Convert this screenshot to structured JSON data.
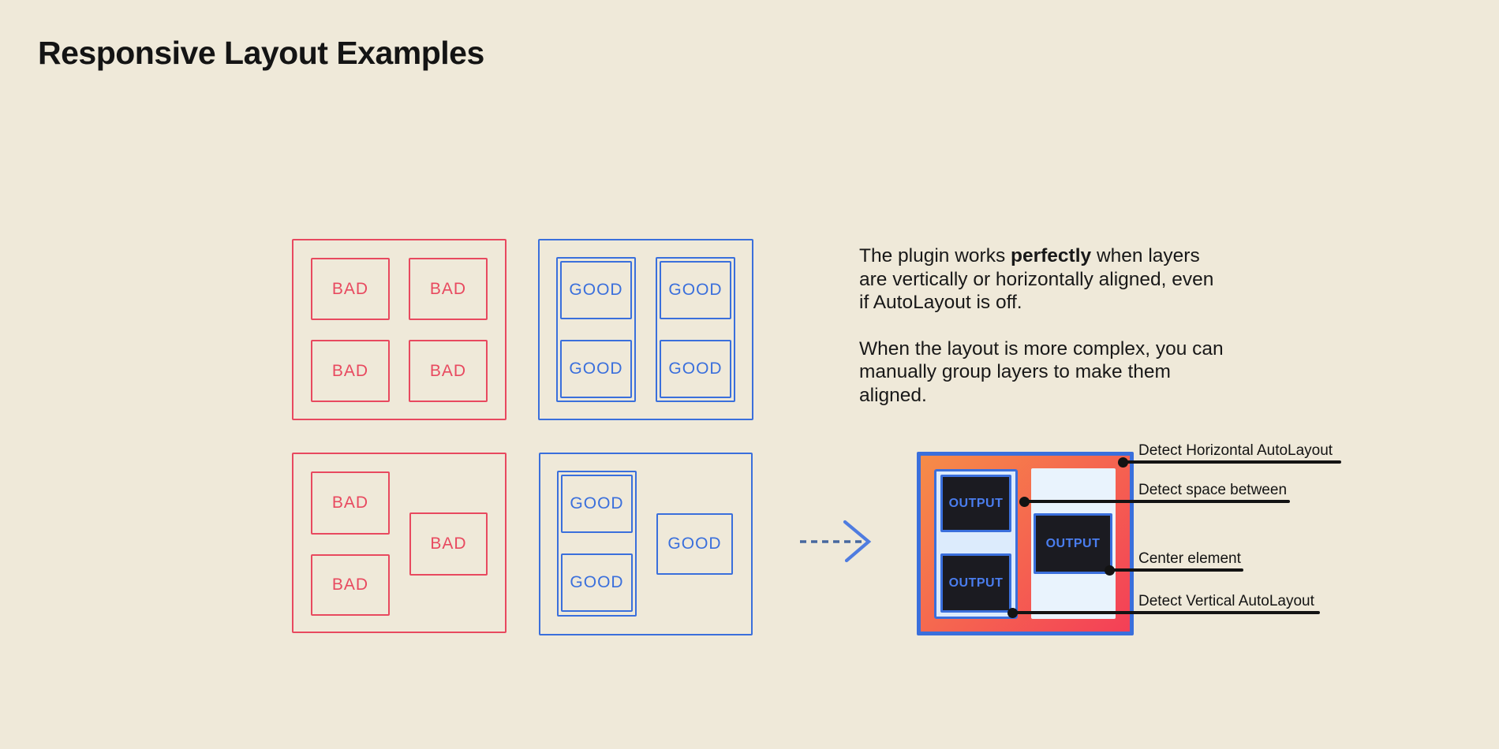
{
  "title": "Responsive Layout Examples",
  "colors": {
    "bg": "#efe9d9",
    "red": "#e8495f",
    "blue": "#3a6fdc",
    "pale_blue": "#dcebfc",
    "pale_strip": "#e9f3fd",
    "dark_box": "#1b1b21",
    "output_text": "#4a7dee",
    "grad_a": "#f68c48",
    "grad_b": "#f43f57",
    "ink": "#141414",
    "arrow_dash": "#47689f",
    "arrow_chevron": "#4f7ce0"
  },
  "labels": {
    "bad": "BAD",
    "good": "GOOD",
    "output": "OUTPUT"
  },
  "description": {
    "p1_before": "The plugin works ",
    "p1_bold": "perfectly",
    "p1_after": " when layers are vertically or horizontally aligned, even if AutoLayout is off.",
    "p2": "When the layout is more complex, you can manually group layers to make them aligned."
  },
  "annotations": [
    {
      "label": "Detect Horizontal AutoLayout"
    },
    {
      "label": "Detect space between"
    },
    {
      "label": "Center element"
    },
    {
      "label": "Detect Vertical AutoLayout"
    }
  ]
}
